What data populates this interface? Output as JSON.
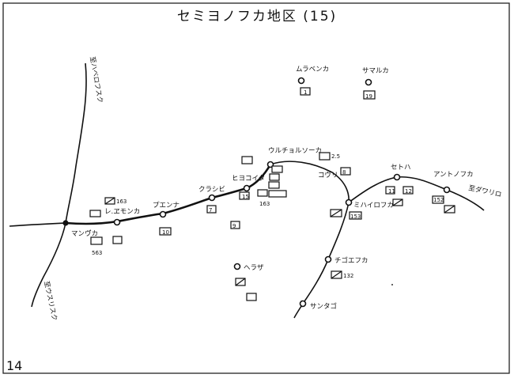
{
  "title": "セミヨノフカ地区 (15)",
  "page_number": "14",
  "colors": {
    "ink": "#111111",
    "paper": "#ffffff"
  },
  "stations": [
    {
      "id": "mangzhi",
      "label": "マンヴ゙カ"
    },
    {
      "id": "imonka",
      "label": "レ.ヱモンカ"
    },
    {
      "id": "petuta",
      "label": "プエンナ"
    },
    {
      "id": "koraci",
      "label": "クラシビ"
    },
    {
      "id": "pikamta",
      "label": "ヒヨコイタ"
    },
    {
      "id": "volsovska",
      "label": "ウルチョルソーカ"
    },
    {
      "id": "kovori",
      "label": "コヴリ"
    },
    {
      "id": "semenovka",
      "label": "ミハイロフカ"
    },
    {
      "id": "sichi",
      "label": "セトハ"
    },
    {
      "id": "antonovka",
      "label": "アントノフカ"
    },
    {
      "id": "chimoiska",
      "label": "チゴエフカ"
    },
    {
      "id": "santago",
      "label": "サンタゴ"
    },
    {
      "id": "kurbaza",
      "label": "ムラベンカ"
    },
    {
      "id": "samarka",
      "label": "サマルカ"
    },
    {
      "id": "inaza",
      "label": "ヘラザ"
    }
  ],
  "road_labels": {
    "north": "至ハベロフスク",
    "south": "至ウスリスク",
    "east": "至ダワリロ"
  },
  "unit_labels": {
    "u1": "163",
    "u2": "563",
    "u3": "15",
    "u4": "163",
    "u5": "2.5",
    "u6": "152",
    "u7": "132",
    "u8": "10",
    "u9": "7",
    "u10": "11",
    "u11": "12",
    "u12": "9",
    "u13": "8",
    "u14": "1",
    "u15": "19",
    "u16": "153"
  }
}
